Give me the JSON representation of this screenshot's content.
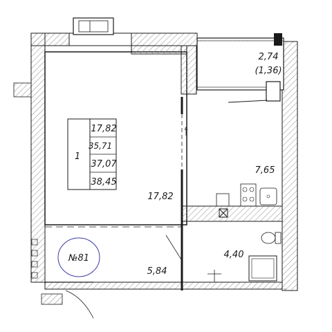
{
  "apartment": {
    "number_label": "№81",
    "room_count": "1",
    "area_table": [
      "17,82",
      "35,71",
      "37,07",
      "38,45"
    ]
  },
  "rooms": {
    "living_room": "17,82",
    "kitchen": "7,65",
    "loggia_area": "2,74",
    "loggia_reduced": "(1,36)",
    "hallway": "5,84",
    "bathroom": "4,40"
  },
  "colors": {
    "wall_line": "#1a1a1a",
    "hatch": "#8a8a8a",
    "badge_ring": "#3a3aa8"
  }
}
